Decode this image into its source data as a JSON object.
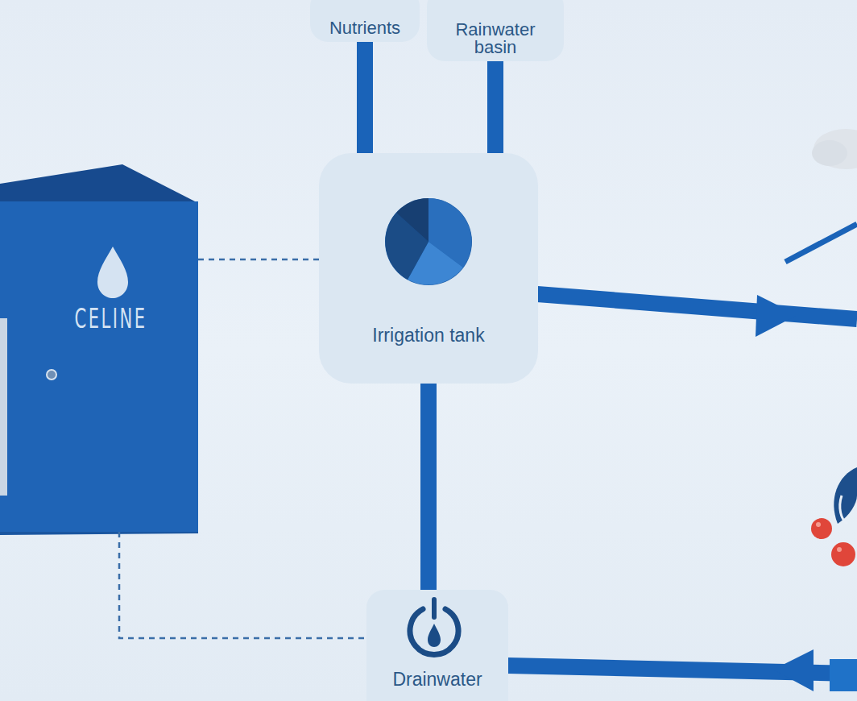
{
  "diagram": {
    "nodes": [
      {
        "text": [
          "Nutrients"
        ]
      },
      {
        "text": [
          "Rainwater basin"
        ]
      },
      {
        "text": [
          "CELINE"
        ]
      },
      {
        "text": [
          "Irrigation tank"
        ]
      },
      {
        "text": [
          "Drainwater"
        ]
      }
    ],
    "edges": [
      {
        "from": 0,
        "to": 3,
        "arrow": "none"
      },
      {
        "from": 1,
        "to": 3,
        "arrow": "none"
      },
      {
        "from": 2,
        "to": 3,
        "arrow": "none"
      },
      {
        "from": 3,
        "to": 4,
        "arrow": "none"
      },
      {
        "from": 2,
        "to": 4,
        "arrow": "none"
      }
    ]
  }
}
